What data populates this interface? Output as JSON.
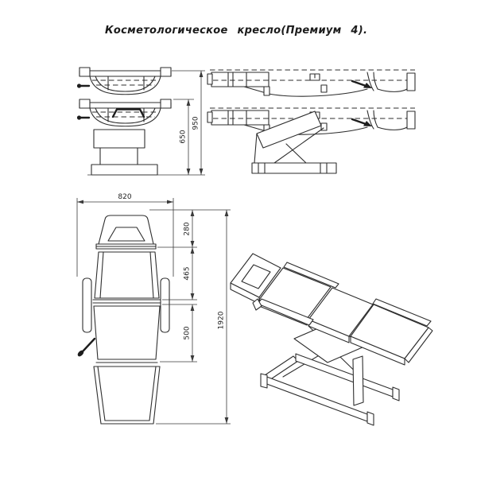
{
  "page": {
    "title": "Косметологическое кресло(Премиум 4)."
  },
  "dimensions": {
    "seat_height_max_mm": "950",
    "seat_height_min_mm": "650",
    "overall_width_mm": "820",
    "headrest_section_mm": "280",
    "backrest_section_mm": "465",
    "seat_section_mm": "500",
    "overall_length_mm": "1920"
  }
}
